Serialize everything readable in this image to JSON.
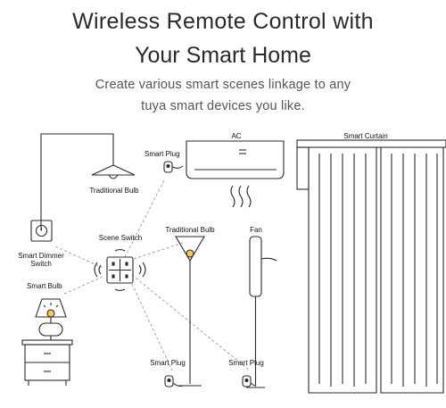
{
  "header": {
    "title_line1": "Wireless Remote Control with",
    "title_line2": "Your Smart Home",
    "subtitle_line1": "Create various smart scenes linkage to any",
    "subtitle_line2": "tuya smart devices you like."
  },
  "labels": {
    "ac": "AC",
    "smart_curtain": "Smart Curtain",
    "smart_plug_ac": "Smart Plug",
    "traditional_bulb_ceiling": "Traditional Bulb",
    "smart_dimmer_switch_1": "Smart Dimmer",
    "smart_dimmer_switch_2": "Switch",
    "scene_switch": "Scene Switch",
    "traditional_bulb_lamp": "Traditional Bulb",
    "fan": "Fan",
    "smart_bulb": "Smart Bulb",
    "smart_plug_lamp": "Smart Plug",
    "smart_plug_fan": "Smart Plug"
  },
  "colors": {
    "line": "#2b2b2b",
    "dashed": "#9a9a9a",
    "bulb_glow": "#f2c94c",
    "background": "#ffffff"
  }
}
